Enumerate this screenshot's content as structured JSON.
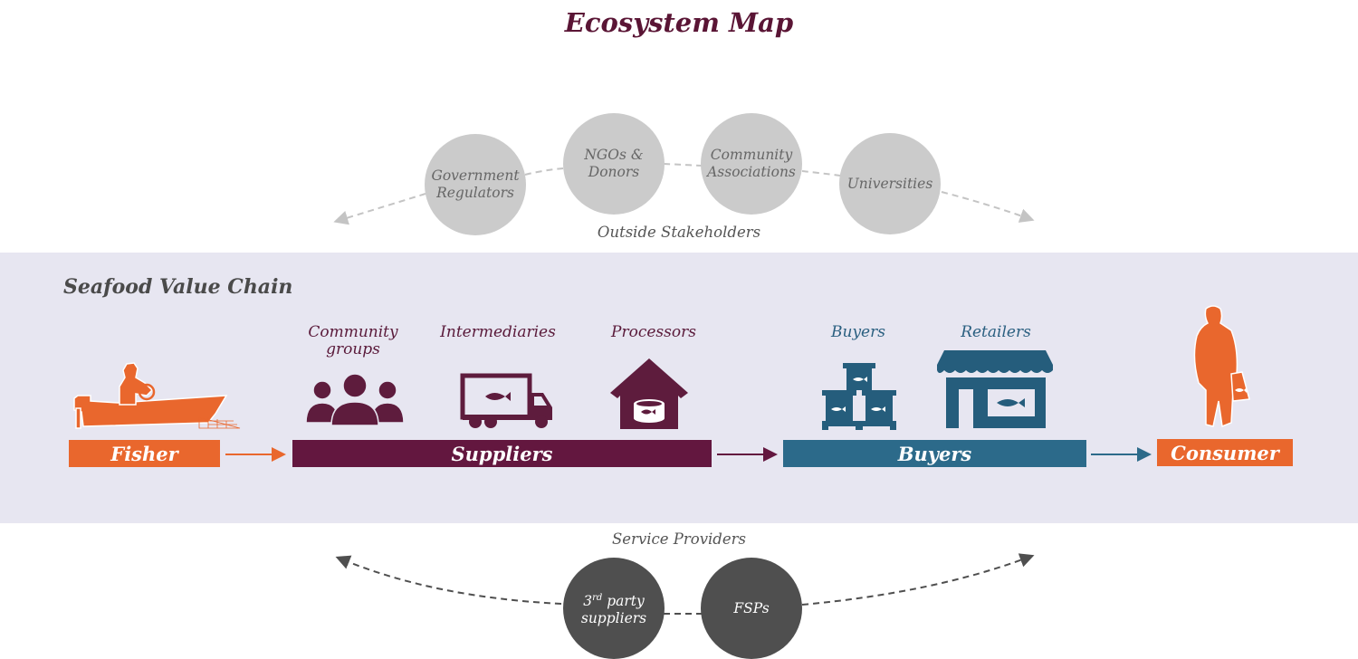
{
  "title": "Ecosystem Map",
  "colors": {
    "plum": "#63173f",
    "teal": "#2c6a8a",
    "orange": "#e9672d",
    "light_circle": "#cbcbcb",
    "dark_circle": "#4f4f4f",
    "band": "#e7e6f1"
  },
  "outside_stakeholders": {
    "caption": "Outside Stakeholders",
    "circles": [
      {
        "line1": "Government",
        "line2": "Regulators"
      },
      {
        "line1": "NGOs &",
        "line2": "Donors"
      },
      {
        "line1": "Community",
        "line2": "Associations"
      },
      {
        "line1": "Universities",
        "line2": ""
      }
    ]
  },
  "value_chain": {
    "title": "Seafood Value Chain",
    "fisher": {
      "label": "Fisher",
      "icon": "fisher-boat-icon"
    },
    "suppliers": {
      "label": "Suppliers",
      "members": [
        {
          "line1": "Community",
          "line2": "groups",
          "icon": "people-group-icon"
        },
        {
          "line1": "Intermediaries",
          "line2": "",
          "icon": "delivery-truck-icon"
        },
        {
          "line1": "Processors",
          "line2": "",
          "icon": "processing-house-icon"
        }
      ]
    },
    "buyers": {
      "label": "Buyers",
      "members": [
        {
          "line1": "Buyers",
          "icon": "stacked-crates-icon"
        },
        {
          "line1": "Retailers",
          "icon": "storefront-icon"
        }
      ]
    },
    "consumer": {
      "label": "Consumer",
      "icon": "consumer-person-icon"
    }
  },
  "service_providers": {
    "caption": "Service Providers",
    "circles": [
      {
        "sup_base": "3",
        "sup": "rd",
        "line1_rest": " party",
        "line2": "suppliers"
      },
      {
        "line1": "FSPs"
      }
    ]
  }
}
